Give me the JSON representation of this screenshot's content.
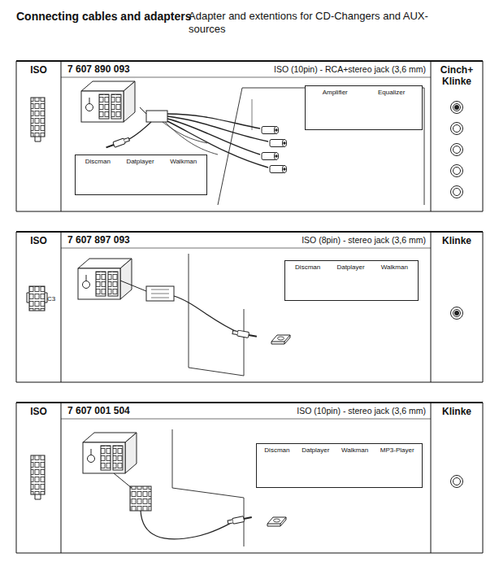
{
  "diagram": {
    "title": "Connecting cables and adapters",
    "nodes": [
      {
        "text": [
          "ISO"
        ]
      },
      {
        "text": [
          "7 607 890 093",
          "ISO (10pin) - RCA+stereo jack (3,6 mm)"
        ]
      },
      {
        "text": [
          "Amplifier",
          "Equalizer"
        ],
        "in": 1
      },
      {
        "text": [
          "Discman",
          "Datplayer",
          "Walkman"
        ],
        "in": 1
      },
      {
        "text": [
          "Cinch+ Klinke"
        ]
      },
      {
        "text": [
          "ISO"
        ]
      },
      {
        "text": [
          "7 607 897 093",
          "ISO (8pin) - stereo jack (3,6 mm)"
        ]
      },
      {
        "text": [
          "Discman",
          "Datplayer",
          "Walkman"
        ],
        "in": 6
      },
      {
        "text": [
          "Klinke"
        ]
      },
      {
        "text": [
          "ISO"
        ]
      },
      {
        "text": [
          "7 607 001 504",
          "ISO (10pin) - stereo jack (3,6 mm)"
        ]
      },
      {
        "text": [
          "Discman",
          "Datplayer",
          "Walkman",
          "MP3-Player"
        ],
        "in": 10
      },
      {
        "text": [
          "Klinke"
        ]
      }
    ],
    "labels": [
      "Adapter and extentions for CD-Changers and AUX-sources",
      "C3"
    ]
  }
}
